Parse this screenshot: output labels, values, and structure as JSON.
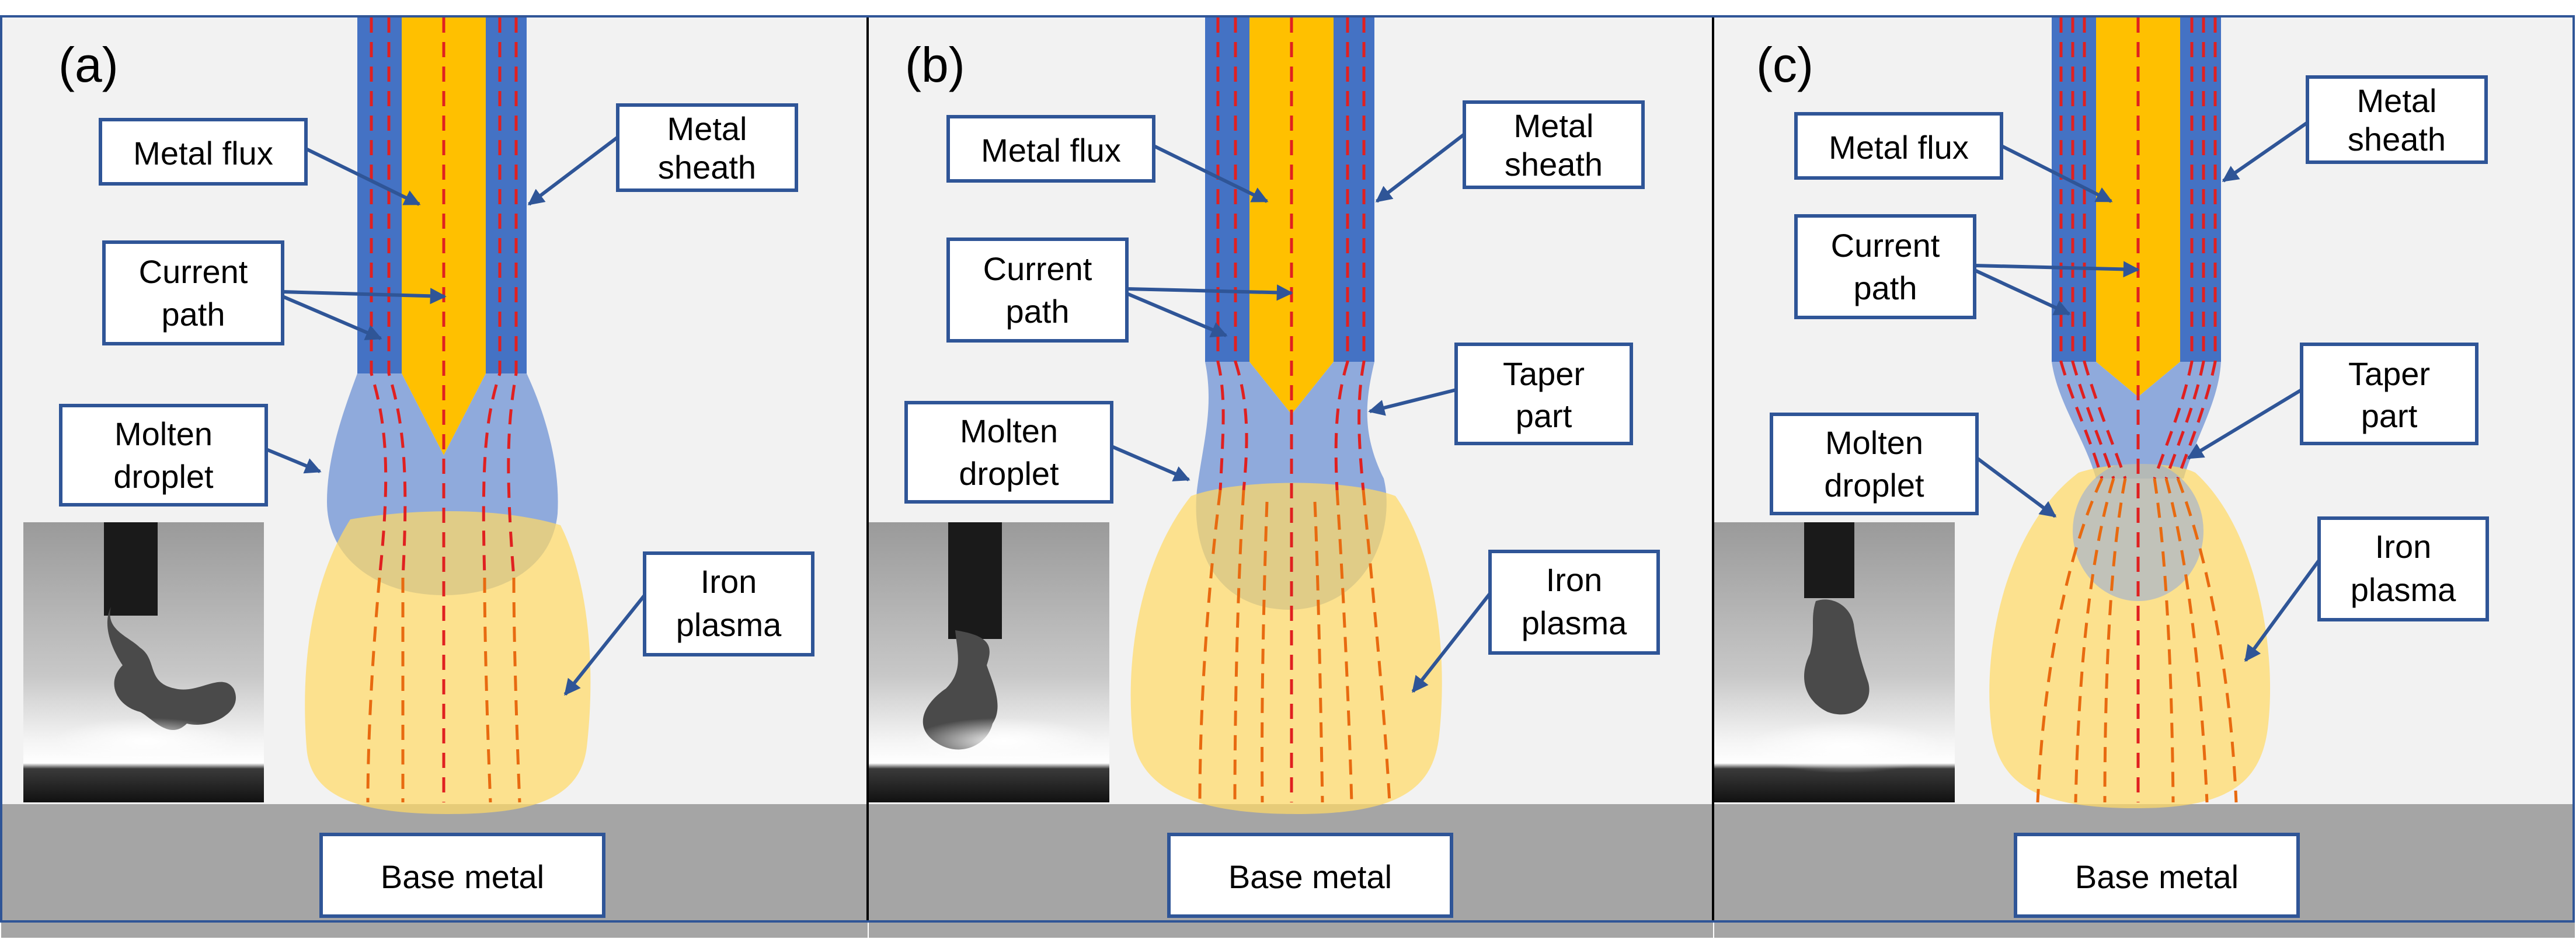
{
  "panels": [
    {
      "id": "a",
      "letter": "(a)",
      "labels": {
        "metal_flux": "Metal flux",
        "metal_sheath_1": "Metal",
        "metal_sheath_2": "sheath",
        "current_path_1": "Current",
        "current_path_2": "path",
        "molten_droplet_1": "Molten",
        "molten_droplet_2": "droplet",
        "iron_plasma_1": "Iron",
        "iron_plasma_2": "plasma",
        "base_metal": "Base metal"
      }
    },
    {
      "id": "b",
      "letter": "(b)",
      "labels": {
        "metal_flux": "Metal flux",
        "metal_sheath_1": "Metal",
        "metal_sheath_2": "sheath",
        "current_path_1": "Current",
        "current_path_2": "path",
        "taper_part_1": "Taper",
        "taper_part_2": "part",
        "molten_droplet_1": "Molten",
        "molten_droplet_2": "droplet",
        "iron_plasma_1": "Iron",
        "iron_plasma_2": "plasma",
        "base_metal": "Base metal"
      }
    },
    {
      "id": "c",
      "letter": "(c)",
      "labels": {
        "metal_flux": "Metal flux",
        "metal_sheath_1": "Metal",
        "metal_sheath_2": "sheath",
        "current_path_1": "Current",
        "current_path_2": "path",
        "taper_part_1": "Taper",
        "taper_part_2": "part",
        "molten_droplet_1": "Molten",
        "molten_droplet_2": "droplet",
        "iron_plasma_1": "Iron",
        "iron_plasma_2": "plasma",
        "base_metal": "Base metal"
      }
    }
  ],
  "colors": {
    "background": "#f2f2f2",
    "base_metal": "#a5a5a5",
    "sheath": "#4472c4",
    "flux": "#ffc000",
    "droplet": "#8faadc",
    "plasma": "#ffd966",
    "current_line": "#e02020",
    "plasma_line": "#e86a10",
    "frame": "#2f5597",
    "arrow": "#2f5597"
  }
}
